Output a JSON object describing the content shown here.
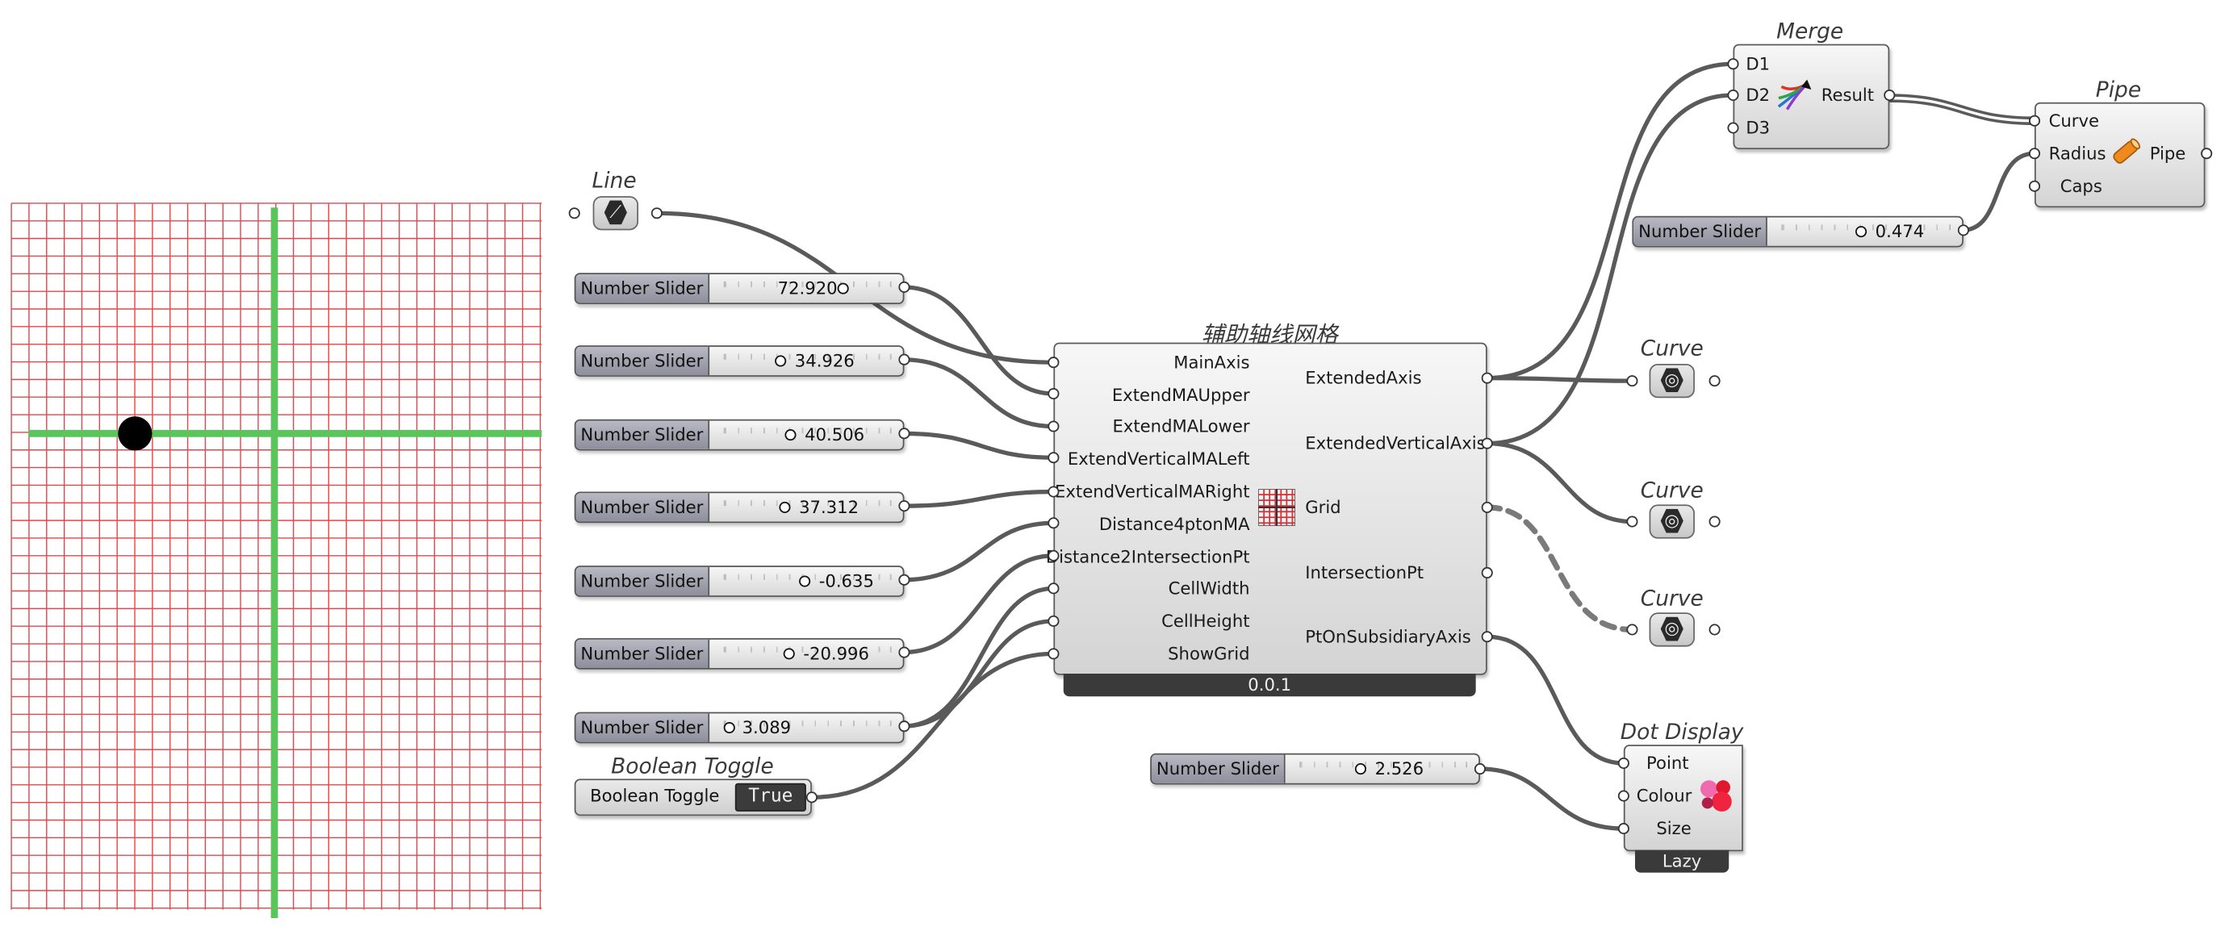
{
  "canvas": {
    "grid_color": "#e0484d",
    "axis_color": "#5cc45c",
    "point_color": "#000000"
  },
  "line_component": {
    "title": "Line",
    "icon": "line-icon"
  },
  "sliders_left": [
    {
      "label": "Number Slider",
      "value": "72.920"
    },
    {
      "label": "Number Slider",
      "value": "34.926"
    },
    {
      "label": "Number Slider",
      "value": "40.506"
    },
    {
      "label": "Number Slider",
      "value": "37.312"
    },
    {
      "label": "Number Slider",
      "value": "-0.635"
    },
    {
      "label": "Number Slider",
      "value": "-20.996"
    },
    {
      "label": "Number Slider",
      "value": "3.089"
    }
  ],
  "boolean_toggle": {
    "title": "Boolean Toggle",
    "label": "Boolean Toggle",
    "value": "True"
  },
  "main_component": {
    "title": "辅助轴线网格",
    "version": "0.0.1",
    "inputs": [
      "MainAxis",
      "ExtendMAUpper",
      "ExtendMALower",
      "ExtendVerticalMALeft",
      "ExtendVerticalMARight",
      "Distance4ptonMA",
      "Distance2IntersectionPt",
      "CellWidth",
      "CellHeight",
      "ShowGrid"
    ],
    "outputs": [
      "ExtendedAxis",
      "ExtendedVerticalAxis",
      "Grid",
      "IntersectionPt",
      "PtOnSubsidiaryAxis"
    ]
  },
  "merge": {
    "title": "Merge",
    "inputs": [
      "D1",
      "D2",
      "D3"
    ],
    "output": "Result"
  },
  "pipe": {
    "title": "Pipe",
    "inputs": [
      "Curve",
      "Radius",
      "Caps"
    ],
    "output": "Pipe"
  },
  "pipe_slider": {
    "label": "Number Slider",
    "value": "0.474"
  },
  "curves": [
    {
      "title": "Curve"
    },
    {
      "title": "Curve"
    },
    {
      "title": "Curve"
    }
  ],
  "dot_slider": {
    "label": "Number Slider",
    "value": "2.526"
  },
  "dot_display": {
    "title": "Dot Display",
    "inputs": [
      "Point",
      "Colour",
      "Size"
    ],
    "footer": "Lazy"
  }
}
